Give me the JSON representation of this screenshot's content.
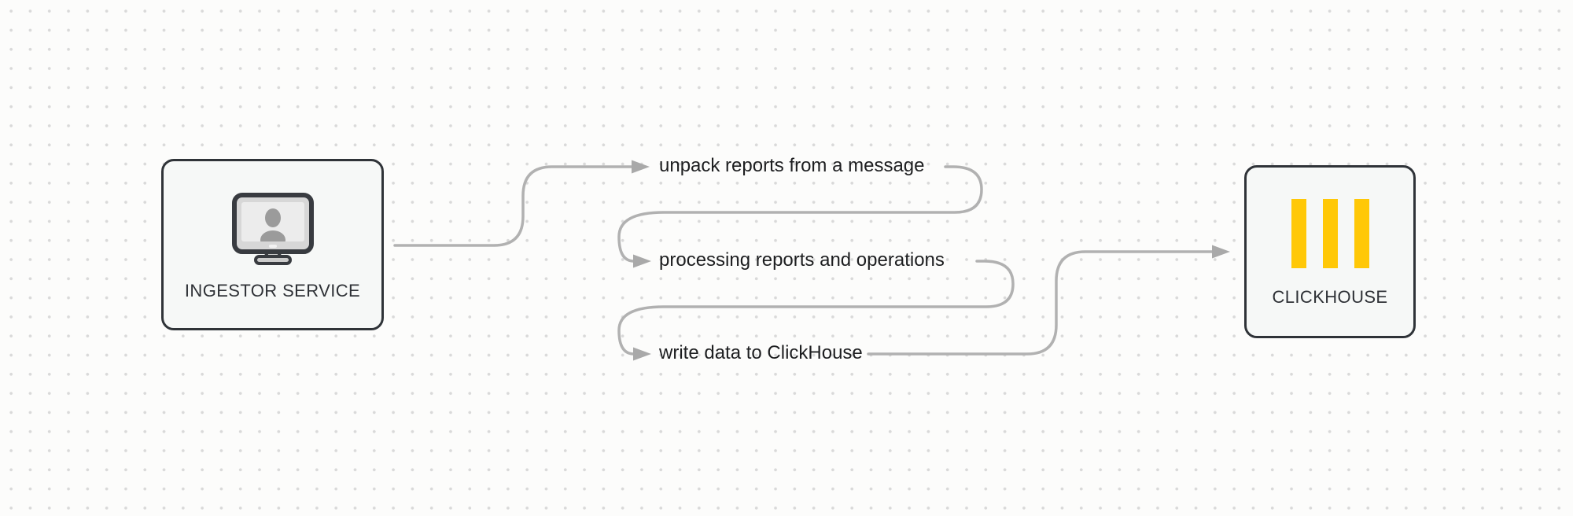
{
  "diagram": {
    "nodes": [
      {
        "id": "ingestor-service",
        "label": "INGESTOR SERVICE",
        "icon": "monitor-user-icon"
      },
      {
        "id": "clickhouse",
        "label": "CLICKHOUSE",
        "icon": "clickhouse-bars-icon"
      }
    ],
    "steps": [
      {
        "label": "unpack reports from a message"
      },
      {
        "label": "processing reports and operations"
      },
      {
        "label": "write data to ClickHouse"
      }
    ],
    "flow": "INGESTOR SERVICE -> unpack reports from a message -> processing reports and operations -> write data to ClickHouse -> CLICKHOUSE",
    "colors": {
      "background": "#fcfcfb",
      "dot": "#d9d9d9",
      "node_border": "#2f3338",
      "node_fill": "#f6f8f7",
      "connector": "#b1b1b1",
      "arrowhead": "#a9a9a9",
      "logo_yellow": "#ffc807",
      "text_dark": "#1d1e20",
      "node_text": "#2e3136"
    }
  }
}
